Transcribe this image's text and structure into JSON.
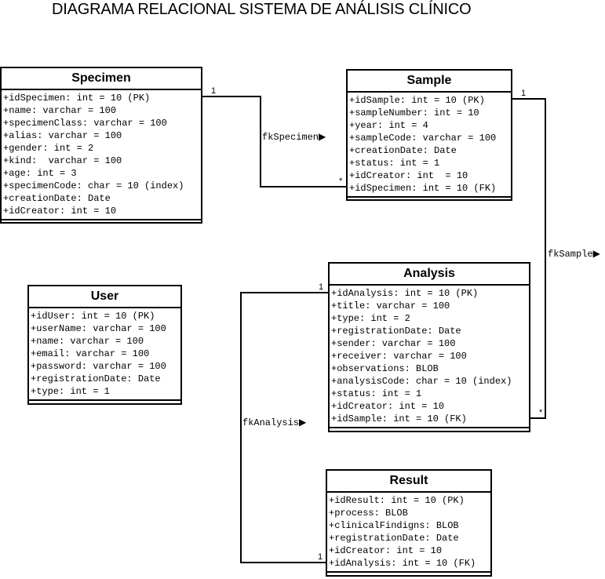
{
  "title": "DIAGRAMA RELACIONAL SISTEMA DE ANÁLISIS CLÍNICO",
  "entities": {
    "specimen": {
      "name": "Specimen",
      "attrs": [
        "+idSpecimen: int = 10 (PK)",
        "+name: varchar = 100",
        "+specimenClass: varchar = 100",
        "+alias: varchar = 100",
        "+gender: int = 2",
        "+kind:  varchar = 100",
        "+age: int = 3",
        "+specimenCode: char = 10 (index)",
        "+creationDate: Date",
        "+idCreator: int = 10"
      ]
    },
    "sample": {
      "name": "Sample",
      "attrs": [
        "+idSample: int = 10 (PK)",
        "+sampleNumber: int = 10",
        "+year: int = 4",
        "+sampleCode: varchar = 100",
        "+creationDate: Date",
        "+status: int = 1",
        "+idCreator: int  = 10",
        "+idSpecimen: int = 10 (FK)"
      ]
    },
    "user": {
      "name": "User",
      "attrs": [
        "+idUser: int = 10 (PK)",
        "+userName: varchar = 100",
        "+name: varchar = 100",
        "+email: varchar = 100",
        "+password: varchar = 100",
        "+registrationDate: Date",
        "+type: int = 1"
      ]
    },
    "analysis": {
      "name": "Analysis",
      "attrs": [
        "+idAnalysis: int = 10 (PK)",
        "+title: varchar = 100",
        "+type: int = 2",
        "+registrationDate: Date",
        "+sender: varchar = 100",
        "+receiver: varchar = 100",
        "+observations: BLOB",
        "+analysisCode: char = 10 (index)",
        "+status: int = 1",
        "+idCreator: int = 10",
        "+idSample: int = 10 (FK)"
      ]
    },
    "result": {
      "name": "Result",
      "attrs": [
        "+idResult: int = 10 (PK)",
        "+process: BLOB",
        "+clinicalFindigns: BLOB",
        "+registrationDate: Date",
        "+idCreator: int = 10",
        "+idAnalysis: int = 10 (FK)"
      ]
    }
  },
  "relations": {
    "fkSpecimen": {
      "label": "fkSpecimen",
      "from_mult": "1",
      "to_mult": "*"
    },
    "fkSample": {
      "label": "fkSample",
      "from_mult": "1",
      "to_mult": "*"
    },
    "fkAnalysis": {
      "label": "fkAnalysis",
      "from_mult": "1",
      "to_mult": "1"
    }
  }
}
